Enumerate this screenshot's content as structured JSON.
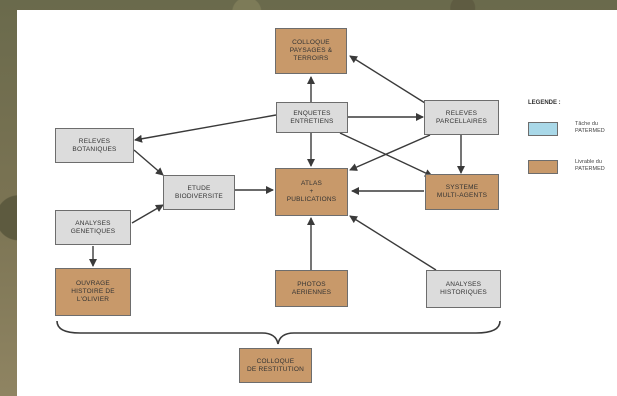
{
  "nodes": {
    "colloque_paysages": "COLLOQUE\nPAYSAGES &\nTERROIRS",
    "enquetes": "ENQUETES\nENTRETIENS",
    "releves_parcellaires": "RELEVES\nPARCELLAIRES",
    "releves_botaniques": "RELEVES\nBOTANIQUES",
    "etude_biodiversite": "ETUDE\nBIODIVERSITE",
    "atlas": "ATLAS\n+\nPUBLICATIONS",
    "systeme_multi_agents": "SYSTEME\nMULTI-AGENTS",
    "analyses_genetiques": "ANALYSES\nGENETIQUES",
    "ouvrage": "OUVRAGE\nHISTOIRE DE\nL'OLIVIER",
    "photos": "PHOTOS\nAERIENNES",
    "analyses_historiques": "ANALYSES\nHISTORIQUES",
    "colloque_restitution": "COLLOQUE\nDE RESTITUTION"
  },
  "legend": {
    "title": "LEGENDE :",
    "items": [
      {
        "label": "Tâche du\nPATERMED",
        "color": "#a9d8e8"
      },
      {
        "label": "Livrable du\nPATERMED",
        "color": "#c8996a"
      }
    ]
  },
  "colors": {
    "task_box": "#dcdcdc",
    "deliverable_box": "#c8996a",
    "arrow": "#3a3a3a"
  }
}
